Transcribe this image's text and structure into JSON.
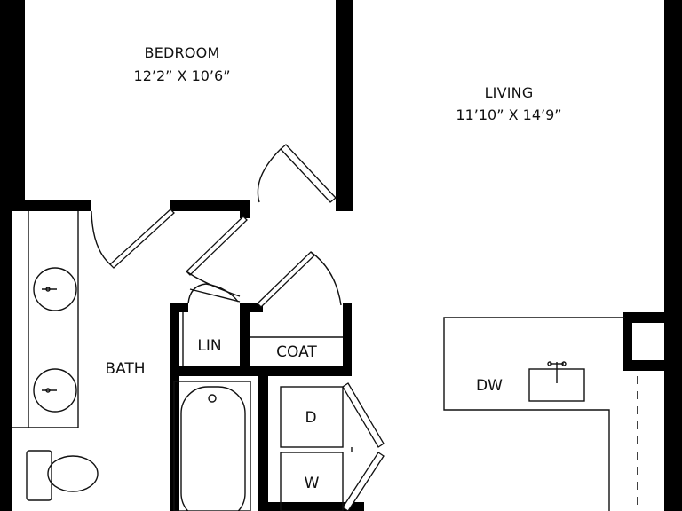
{
  "rooms": {
    "bedroom": {
      "name": "BEDROOM",
      "dimensions": "12’2” X 10’6”"
    },
    "living": {
      "name": "LIVING",
      "dimensions": "11’10” X 14’9”"
    },
    "bath": {
      "name": "BATH"
    },
    "linen": {
      "name": "LIN"
    },
    "coat": {
      "name": "COAT"
    },
    "dishwasher": {
      "name": "DW"
    },
    "dryer": {
      "name": "D"
    },
    "washer": {
      "name": "W"
    }
  },
  "colors": {
    "wall": "#000000",
    "background": "#ffffff",
    "line": "#111111"
  }
}
